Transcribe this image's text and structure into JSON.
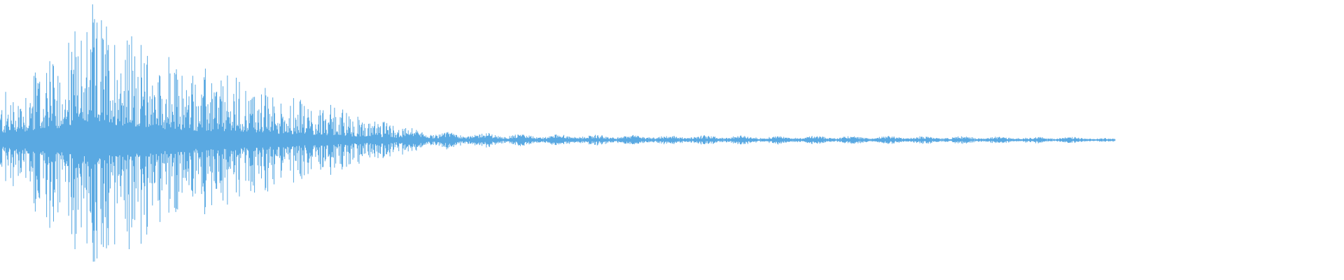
{
  "waveform": {
    "color": "#5aa9e2",
    "background": "#ffffff",
    "amplitude_profile": {
      "duration_fraction": 0.83,
      "peak_amplitude": 0.94,
      "decay_points": [
        [
          0.0,
          0.32
        ],
        [
          0.02,
          0.48
        ],
        [
          0.04,
          0.62
        ],
        [
          0.06,
          0.86
        ],
        [
          0.075,
          0.94
        ],
        [
          0.1,
          0.77
        ],
        [
          0.13,
          0.56
        ],
        [
          0.16,
          0.48
        ],
        [
          0.19,
          0.42
        ],
        [
          0.22,
          0.3
        ],
        [
          0.25,
          0.24
        ],
        [
          0.27,
          0.17
        ],
        [
          0.29,
          0.12
        ],
        [
          0.31,
          0.08
        ],
        [
          0.34,
          0.06
        ],
        [
          0.4,
          0.04
        ],
        [
          0.5,
          0.035
        ],
        [
          0.6,
          0.03
        ],
        [
          0.7,
          0.028
        ],
        [
          0.8,
          0.022
        ],
        [
          0.83,
          0.012
        ]
      ]
    }
  }
}
